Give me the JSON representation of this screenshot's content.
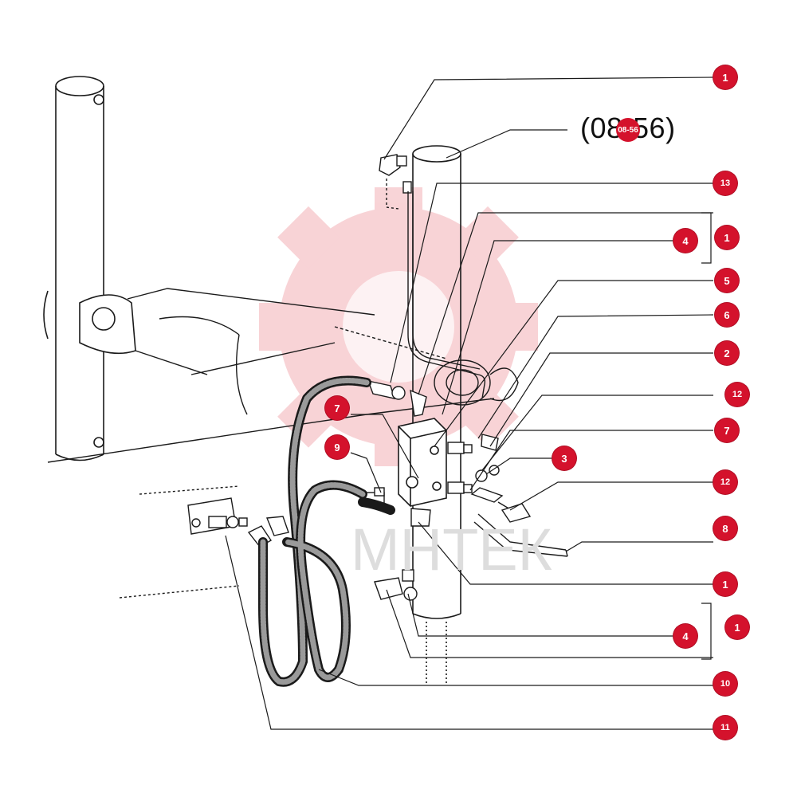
{
  "diagram": {
    "reference_label": "(08-56)",
    "reference_badge": "08-56",
    "watermark": "МНТЕК",
    "callouts": [
      {
        "id": "c1-top",
        "number": "1"
      },
      {
        "id": "c13",
        "number": "13"
      },
      {
        "id": "c4-upper",
        "number": "4"
      },
      {
        "id": "c1-upper-bracket",
        "number": "1"
      },
      {
        "id": "c5",
        "number": "5"
      },
      {
        "id": "c6",
        "number": "6"
      },
      {
        "id": "c2",
        "number": "2"
      },
      {
        "id": "c12-upper",
        "number": "12"
      },
      {
        "id": "c7-left",
        "number": "7"
      },
      {
        "id": "c7-right",
        "number": "7"
      },
      {
        "id": "c9",
        "number": "9"
      },
      {
        "id": "c3",
        "number": "3"
      },
      {
        "id": "c12-lower",
        "number": "12"
      },
      {
        "id": "c8",
        "number": "8"
      },
      {
        "id": "c1-middle",
        "number": "1"
      },
      {
        "id": "c4-lower",
        "number": "4"
      },
      {
        "id": "c1-lower-bracket",
        "number": "1"
      },
      {
        "id": "c10",
        "number": "10"
      },
      {
        "id": "c11",
        "number": "11"
      }
    ]
  }
}
